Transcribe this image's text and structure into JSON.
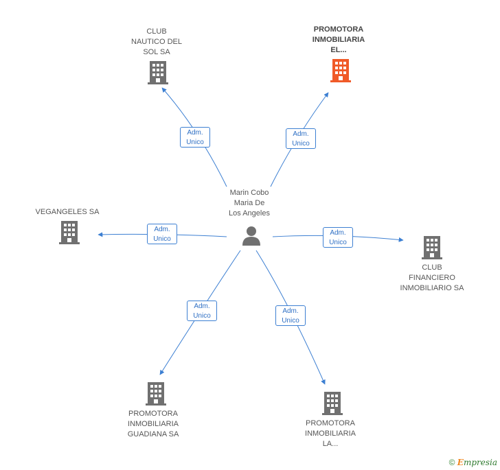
{
  "center": {
    "label": "Marin Cobo\nMaria De\nLos Angeles"
  },
  "companies": [
    {
      "id": "club-nautico",
      "label": "CLUB\nNAUTICO DEL\nSOL SA",
      "highlight": false
    },
    {
      "id": "promotora-el",
      "label": "PROMOTORA\nINMOBILIARIA\nEL...",
      "highlight": true
    },
    {
      "id": "vegangeles",
      "label": "VEGANGELES SA",
      "highlight": false
    },
    {
      "id": "club-financiero",
      "label": "CLUB\nFINANCIERO\nINMOBILIARIO SA",
      "highlight": false
    },
    {
      "id": "promotora-guadiana",
      "label": "PROMOTORA\nINMOBILIARIA\nGUADIANA SA",
      "highlight": false
    },
    {
      "id": "promotora-la",
      "label": "PROMOTORA\nINMOBILIARIA\nLA...",
      "highlight": false
    }
  ],
  "relations": [
    {
      "label": "Adm.\nUnico",
      "target": "club-nautico"
    },
    {
      "label": "Adm.\nUnico",
      "target": "promotora-el"
    },
    {
      "label": "Adm.\nUnico",
      "target": "vegangeles"
    },
    {
      "label": "Adm.\nUnico",
      "target": "club-financiero"
    },
    {
      "label": "Adm.\nUnico",
      "target": "promotora-guadiana"
    },
    {
      "label": "Adm.\nUnico",
      "target": "promotora-la"
    }
  ],
  "colors": {
    "edge": "#3c7fd2",
    "building": "#707070",
    "building_highlight": "#f05a28",
    "person": "#707070"
  },
  "footer": {
    "copyright": "©",
    "brand_initial": "E",
    "brand_rest": "mpresia"
  }
}
